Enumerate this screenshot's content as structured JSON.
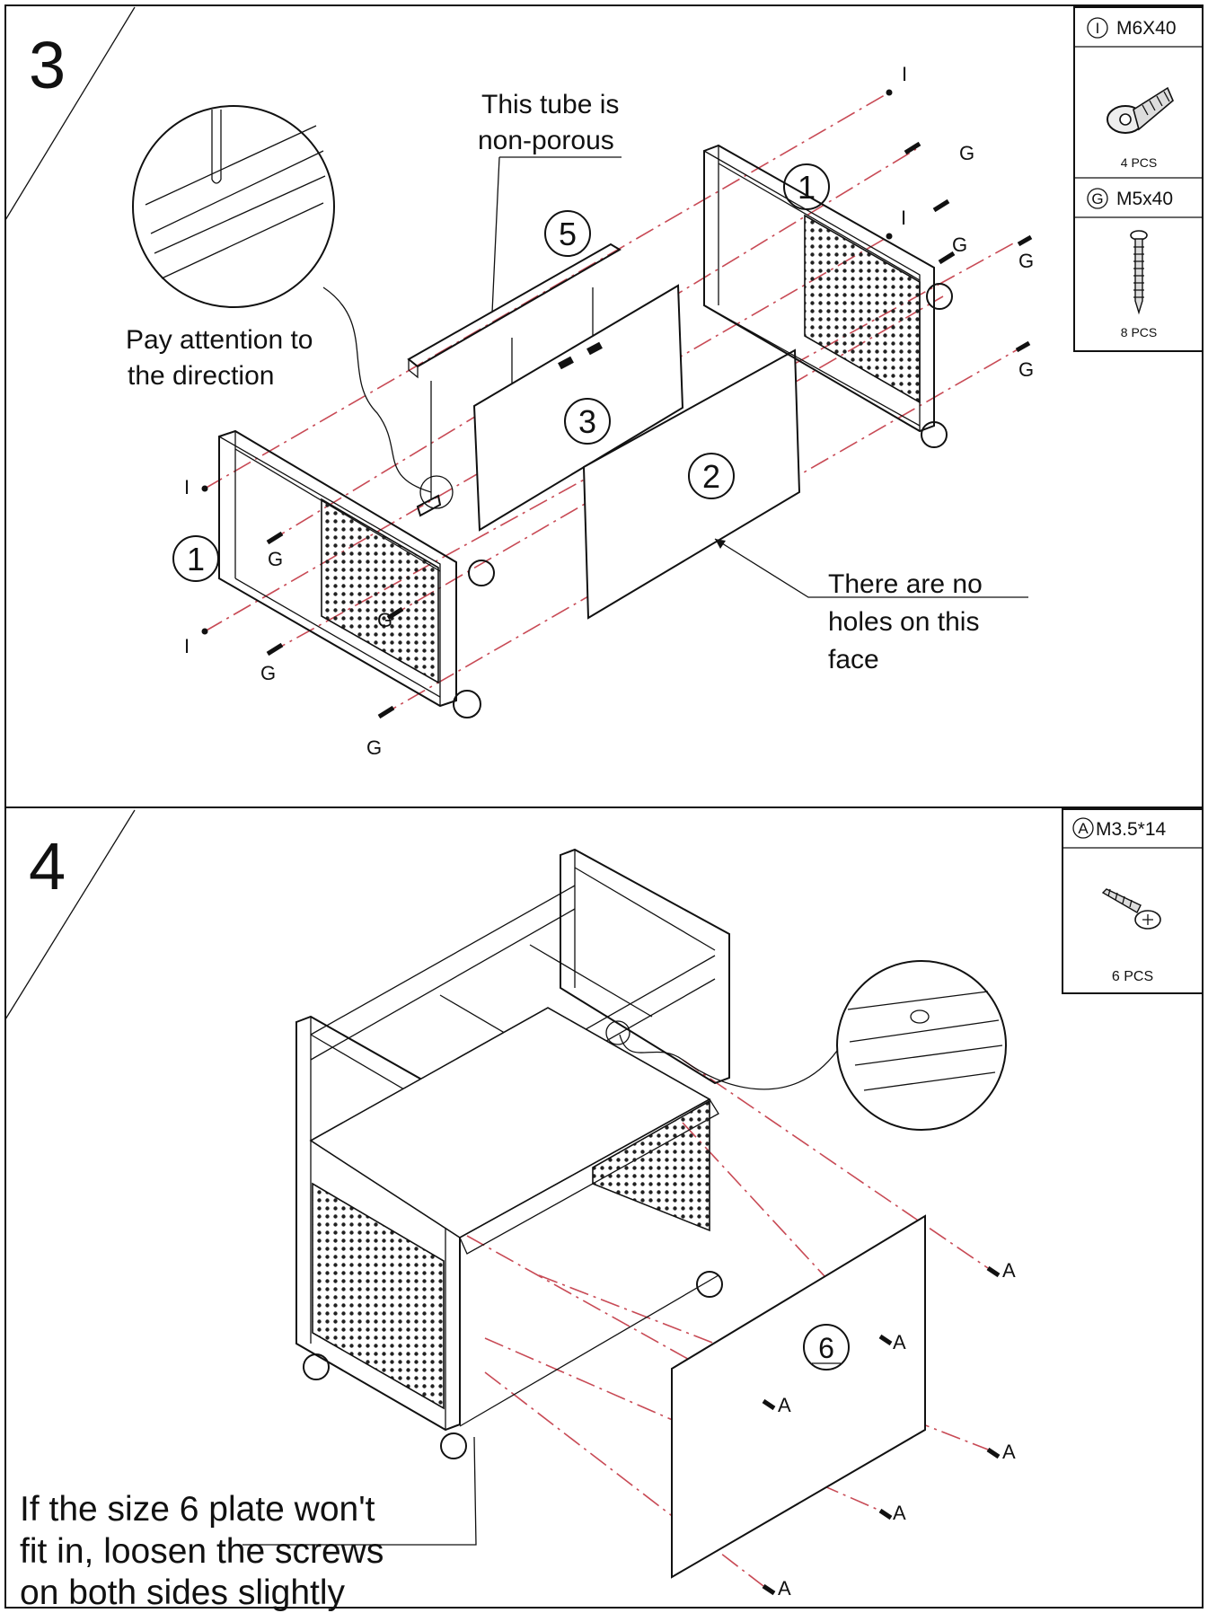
{
  "step3": {
    "number": "3",
    "hardware": [
      {
        "code": "I",
        "spec": "M6X40",
        "qty": "4 PCS",
        "icon": "hex-bolt-icon"
      },
      {
        "code": "G",
        "spec": "M5x40",
        "qty": "8 PCS",
        "icon": "long-screw-icon"
      }
    ],
    "notes": {
      "tube_line1": "This tube is",
      "tube_line2": "non-porous",
      "direction_line1": "Pay attention to",
      "direction_line2": "the direction",
      "holes_line1": "There are no",
      "holes_line2": "holes on this",
      "holes_line3": "face"
    },
    "part_numbers": {
      "tube": "5",
      "side_right": "1",
      "side_left": "1",
      "panel_mid": "3",
      "panel_front": "2"
    },
    "letters": {
      "i": "I",
      "g": "G"
    }
  },
  "step4": {
    "number": "4",
    "hardware": [
      {
        "code": "A",
        "spec": "M3.5*14",
        "qty": "6 PCS",
        "icon": "wood-screw-icon"
      }
    ],
    "part_number": "6",
    "letter_a": "A",
    "note_line1": "If the size 6 plate won't",
    "note_line2": "fit in, loosen the screws",
    "note_line3": "on both sides slightly"
  }
}
